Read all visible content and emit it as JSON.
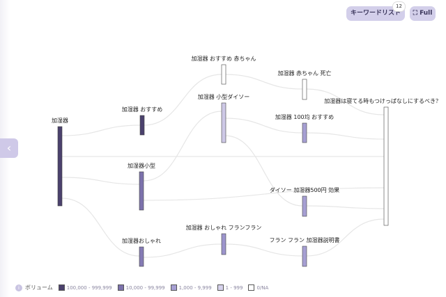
{
  "toolbar": {
    "keyword_list": "キーワードリスト",
    "keyword_count": "12",
    "full": "Full",
    "back": "‹"
  },
  "nodes": {
    "n0": {
      "label": "加湿器",
      "color": "#4b416d"
    },
    "n1": {
      "label": "加湿器 おすすめ",
      "color": "#4b416d"
    },
    "n2": {
      "label": "加湿器小型",
      "color": "#7c72ac"
    },
    "n3": {
      "label": "加湿器おしゃれ",
      "color": "#857bb5"
    },
    "n4": {
      "label": "加湿器 おすすめ 赤ちゃん",
      "color": "#ffffff"
    },
    "n5": {
      "label": "加湿器 小型ダイソー",
      "color": "#cdc8e6"
    },
    "n6": {
      "label": "加湿器 おしゃれ フランフラン",
      "color": "#9c94cc"
    },
    "n7": {
      "label": "加湿器 赤ちゃん 死亡",
      "color": "#ffffff"
    },
    "n8": {
      "label": "加湿器 100均 おすすめ",
      "color": "#a69fd3"
    },
    "n9": {
      "label": "ダイソー 加湿器500円 効果",
      "color": "#a69fd3"
    },
    "n10": {
      "label": "フラン フラン 加湿器説明書",
      "color": "#a69fd3"
    },
    "n11": {
      "label": "加湿器は寝てる時もつけっぱなしにするべき？",
      "color": "#ffffff"
    }
  },
  "legend": {
    "title": "ボリューム",
    "items": [
      {
        "label": "100,000 - 999,999",
        "color": "#4b416d"
      },
      {
        "label": "10,000 - 99,999",
        "color": "#7c72ac"
      },
      {
        "label": "1,000 - 9,999",
        "color": "#a69fd3"
      },
      {
        "label": "1 - 999",
        "color": "#d6d2ec"
      },
      {
        "label": "0/NA",
        "color": "#ffffff"
      }
    ]
  }
}
